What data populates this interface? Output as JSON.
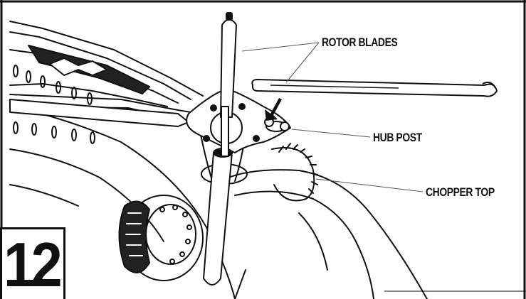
{
  "step": {
    "number": "12"
  },
  "callouts": {
    "rotor_blades": "ROTOR BLADES",
    "hub_post": "HUB POST",
    "chopper_top": "CHOPPER TOP"
  }
}
